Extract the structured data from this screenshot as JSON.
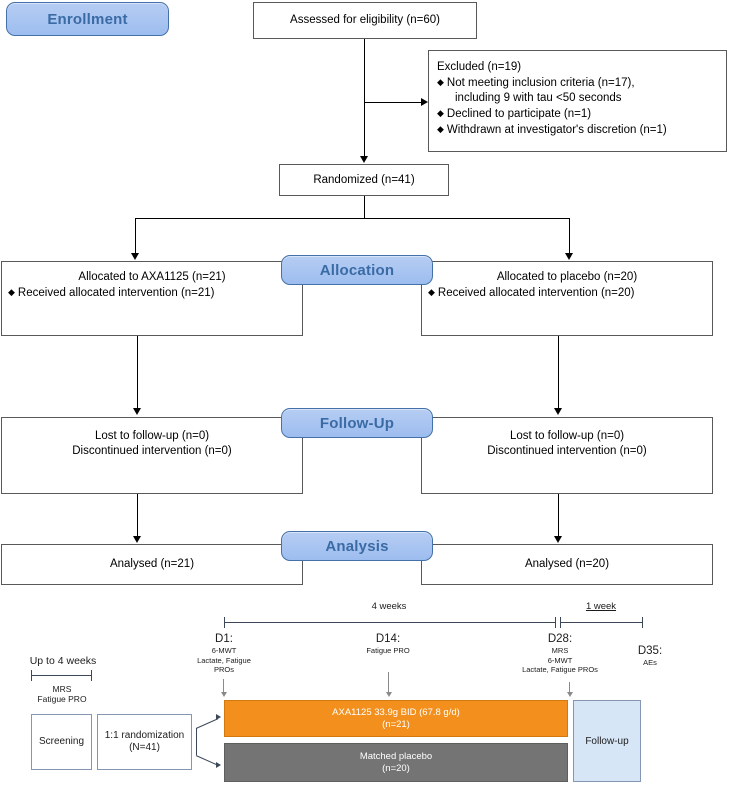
{
  "diagram": {
    "title": "CONSORT flow diagram and study schematic",
    "accent_blue": "#9dbdf0",
    "accent_blue_text": "#3b6ba5",
    "orange": "#F3901D",
    "grey": "#747474",
    "followup_blue": "#d6e6f7"
  },
  "stages": {
    "enrollment": "Enrollment",
    "allocation": "Allocation",
    "followup": "Follow-Up",
    "analysis": "Analysis"
  },
  "boxes": {
    "assessed": "Assessed for eligibility (n=60)",
    "excluded_title": "Excluded (n=19)",
    "excluded_items": [
      "Not meeting inclusion criteria (n=17),",
      "including 9 with tau <50 seconds",
      "Declined to participate (n=1)",
      "Withdrawn at investigator's discretion (n=1)"
    ],
    "randomized": "Randomized (n=41)",
    "alloc_left_line1": "Allocated to AXA1125 (n=21)",
    "alloc_left_line2": "Received allocated intervention (n=21)",
    "alloc_right_line1": "Allocated to placebo (n=20)",
    "alloc_right_line2": "Received allocated intervention (n=20)",
    "fu_left_line1": "Lost to follow-up (n=0)",
    "fu_left_line2": "Discontinued intervention (n=0)",
    "fu_right_line1": "Lost to follow-up (n=0)",
    "fu_right_line2": "Discontinued intervention (n=0)",
    "analysed_left": "Analysed (n=21)",
    "analysed_right": "Analysed (n=20)"
  },
  "timeline": {
    "span_screening": "Up to 4 weeks",
    "span_treatment": "4 weeks",
    "span_followup": "1 week",
    "screening_assessments_line1": "MRS",
    "screening_assessments_line2": "Fatigue PRO",
    "screening_box": "Screening",
    "randomization_line1": "1:1 randomization",
    "randomization_line2": "(N=41)",
    "days": [
      {
        "label": "D1:",
        "assessments": [
          "6-MWT",
          "Lactate, Fatigue",
          "PROs"
        ]
      },
      {
        "label": "D14:",
        "assessments": [
          "Fatigue PRO"
        ]
      },
      {
        "label": "D28:",
        "assessments": [
          "MRS",
          "6-MWT",
          "Lactate, Fatigue PROs"
        ]
      },
      {
        "label": "D35:",
        "assessments": [
          "AEs"
        ]
      }
    ],
    "arm_active_line1": "AXA1125 33.9g BID (67.8 g/d)",
    "arm_active_line2": "(n=21)",
    "arm_placebo_line1": "Matched placebo",
    "arm_placebo_line2": "(n=20)",
    "followup_box": "Follow-up"
  }
}
